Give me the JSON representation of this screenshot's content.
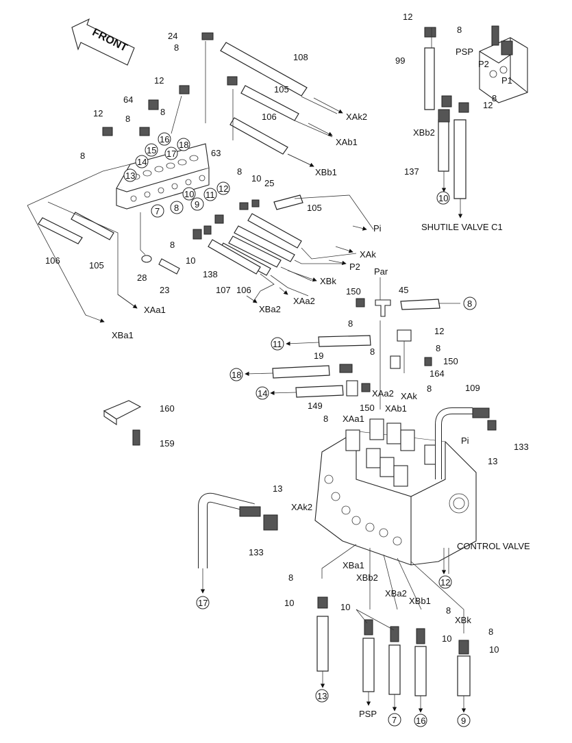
{
  "front_label": "FRONT",
  "shuttle_label": "SHUTILE VALVE C1",
  "control_label": "CONTROL VALVE",
  "ports": {
    "psp_top": "PSP",
    "p2_top": "P2",
    "p1": "P1",
    "xak2": "XAk2",
    "xab1": "XAb1",
    "xbb1": "XBb1",
    "xbb2": "XBb2",
    "pi": "Pi",
    "xak": "XAk",
    "p2": "P2",
    "xbk": "XBk",
    "xaa2": "XAa2",
    "xba2": "XBa2",
    "xaa1": "XAa1",
    "xba1": "XBa1",
    "par": "Par",
    "cv_xaa2": "XAa2",
    "cv_xak": "XAk",
    "cv_xaa1": "XAa1",
    "cv_xab1": "XAb1",
    "cv_pi": "Pi",
    "cv_xak2": "XAk2",
    "b_xba1": "XBa1",
    "b_xbb2": "XBb2",
    "b_xba2": "XBa2",
    "b_xbb1": "XBb1",
    "b_xbk": "XBk",
    "psp_bottom": "PSP"
  },
  "labels": {
    "n24": "24",
    "n8a": "8",
    "n108": "108",
    "n12a": "12",
    "n105a": "105",
    "n64": "64",
    "n8b": "8",
    "n106a": "106",
    "n12b": "12",
    "n8c": "8",
    "n63": "63",
    "n8d": "8",
    "n10a": "10",
    "n25": "25",
    "n105b": "105",
    "n106b": "106",
    "n105c": "105",
    "n28": "28",
    "n23": "23",
    "n8e": "8",
    "n10b": "10",
    "n138": "138",
    "n107": "107",
    "n106c": "106",
    "n12c": "12",
    "n8f": "8",
    "n99": "99",
    "n8g": "8",
    "n12d": "12",
    "n137": "137",
    "n150a": "150",
    "n45": "45",
    "n8h": "8",
    "n12e": "12",
    "n8i": "8",
    "n19": "19",
    "n8j": "8",
    "n150b": "150",
    "n164": "164",
    "n8k": "8",
    "n149": "149",
    "n150c": "150",
    "n8l": "8",
    "n109": "109",
    "n133a": "133",
    "n13a": "13",
    "n160": "160",
    "n159": "159",
    "n13b": "13",
    "n133b": "133",
    "n8m": "8",
    "n10c": "10",
    "n10d": "10",
    "n8n": "8",
    "n10e": "10",
    "n8o": "8",
    "n10f": "10"
  },
  "circled": {
    "c16": "16",
    "c18": "18",
    "c15": "15",
    "c17": "17",
    "c14": "14",
    "c13": "13",
    "c12": "12",
    "c10": "10",
    "c7": "7",
    "c8": "8",
    "c9": "9",
    "c11": "11",
    "c10s": "10",
    "r8": "8",
    "r11": "11",
    "r18": "18",
    "r14": "14",
    "b12": "12",
    "b17": "17",
    "b13": "13",
    "b7": "7",
    "b16": "16",
    "b9": "9"
  }
}
